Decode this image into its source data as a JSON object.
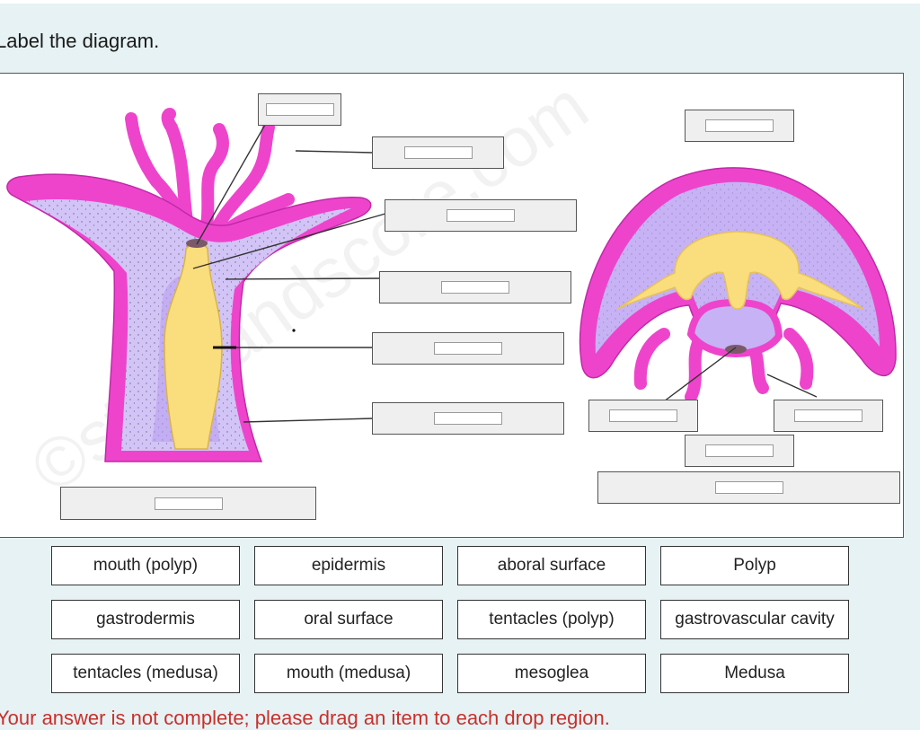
{
  "question": {
    "prompt": "Label the diagram.",
    "watermark": "©studyandscore.com"
  },
  "drop_regions": [
    {
      "id": "drop-polyp-1"
    },
    {
      "id": "drop-polyp-2"
    },
    {
      "id": "drop-polyp-3"
    },
    {
      "id": "drop-polyp-4"
    },
    {
      "id": "drop-polyp-5"
    },
    {
      "id": "drop-polyp-6"
    },
    {
      "id": "drop-polyp-7"
    },
    {
      "id": "drop-medusa-1"
    },
    {
      "id": "drop-medusa-2"
    },
    {
      "id": "drop-medusa-3"
    },
    {
      "id": "drop-medusa-4"
    },
    {
      "id": "drop-medusa-5"
    }
  ],
  "answer_bank": [
    "mouth (polyp)",
    "epidermis",
    "aboral surface",
    "Polyp",
    "gastrodermis",
    "oral surface",
    "tentacles (polyp)",
    "gastrovascular cavity",
    "tentacles (medusa)",
    "mouth (medusa)",
    "mesoglea",
    "Medusa"
  ],
  "status": {
    "message": "Your answer is not complete; please drag an item to each drop region.",
    "color": "#c8302c"
  },
  "colors": {
    "epidermis_pink": "#ee44cc",
    "mesoglea_lavender": "#bba6f0",
    "cavity_yellow": "#fadd7c",
    "page_background": "#e6f2f4"
  }
}
